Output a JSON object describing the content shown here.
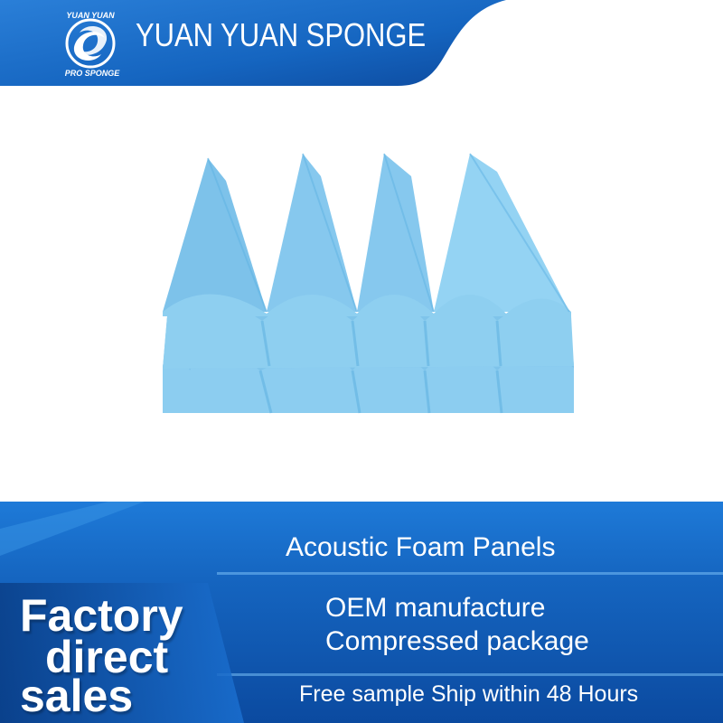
{
  "header": {
    "brand_name": "YUAN YUAN SPONGE",
    "logo_top_text": "YUAN YUAN",
    "logo_bottom_text": "PRO SPONGE",
    "logo_icon": "swirl-logo-icon"
  },
  "product": {
    "image_icon": "acoustic-foam-panel-stack",
    "foam_color": "#8ecff0"
  },
  "banner": {
    "product_title": "Acoustic Foam Panels",
    "features": [
      "OEM manufacture",
      "Compressed package"
    ],
    "shipping_note": "Free sample Ship within 48 Hours",
    "promo_lines": [
      "Factory",
      "direct",
      "sales"
    ]
  },
  "colors": {
    "brand_blue": "#1565c0",
    "dark_blue": "#0b3f8c",
    "light_blue": "#2f8fe0",
    "promo_orange": "#e64a19"
  }
}
